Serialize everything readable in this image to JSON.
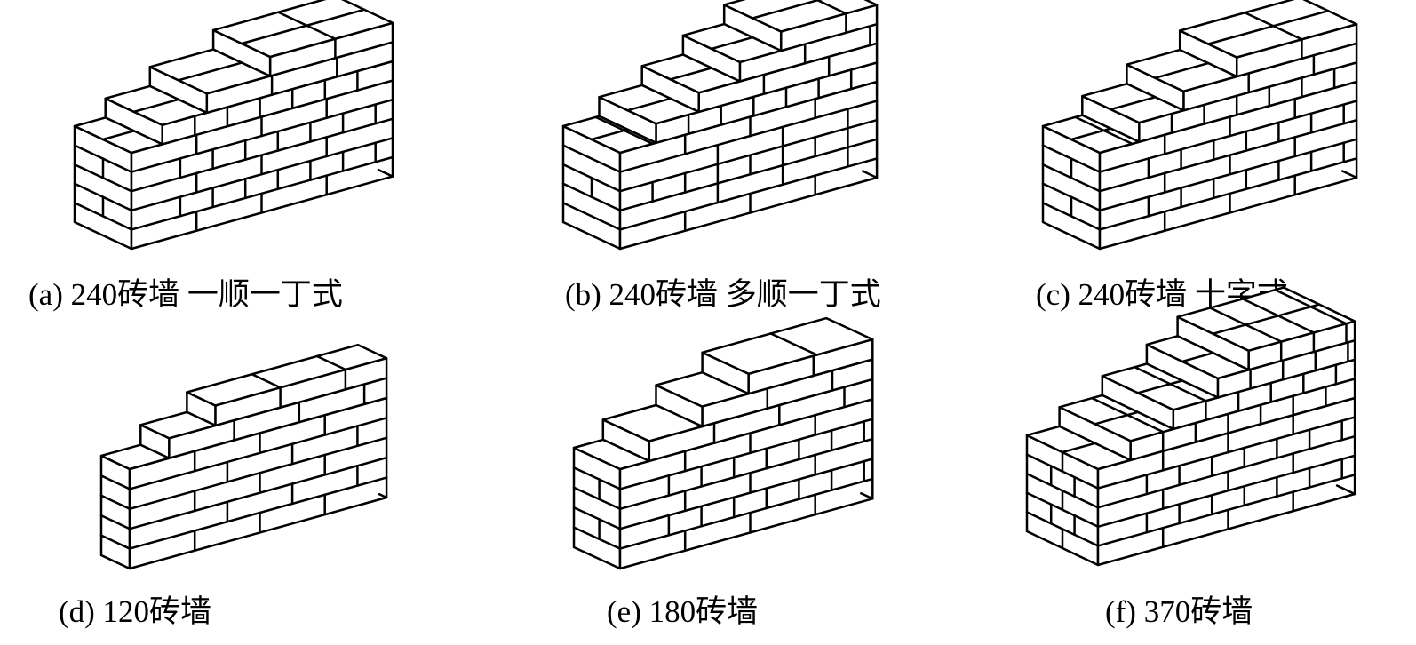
{
  "figure": {
    "panels": [
      {
        "id": "a",
        "caption": "(a) 240砖墙 一顺一丁式"
      },
      {
        "id": "b",
        "caption": "(b) 240砖墙 多顺一丁式"
      },
      {
        "id": "c",
        "caption": "(c) 240砖墙 十字式"
      },
      {
        "id": "d",
        "caption": "(d) 120砖墙"
      },
      {
        "id": "e",
        "caption": "(e) 180砖墙"
      },
      {
        "id": "f",
        "caption": "(f) 370砖墙"
      }
    ]
  }
}
